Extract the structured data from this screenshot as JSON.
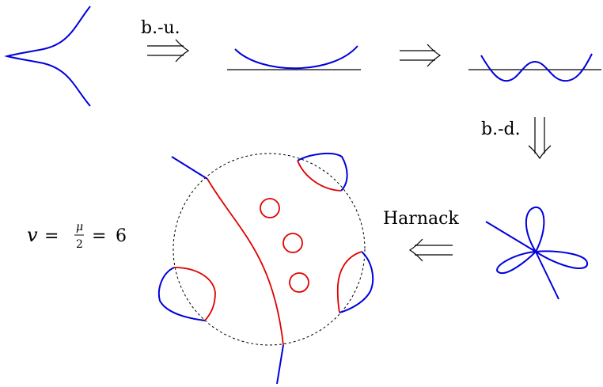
{
  "labels": {
    "blowup": "b.-u.",
    "blowdown": "b.-d.",
    "harnack": "Harnack"
  },
  "formula": {
    "lhs": "v",
    "equals1": "=",
    "frac_num": "μ",
    "frac_den": "2",
    "equals2": "=",
    "rhs": "6"
  },
  "colors": {
    "curve": "#0000dd",
    "oval": "#e00000",
    "line": "#000000"
  }
}
